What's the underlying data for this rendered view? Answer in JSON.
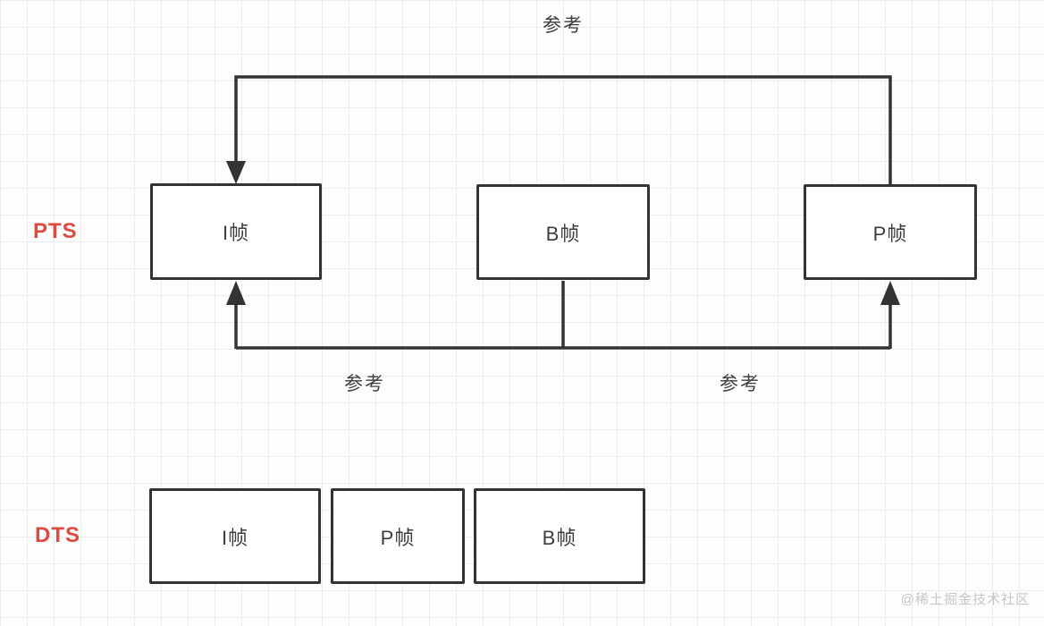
{
  "diagram": {
    "type": "video-frame-pts-dts-diagram",
    "axis_labels": {
      "pts": "PTS",
      "dts": "DTS"
    },
    "pts_row": {
      "boxes": [
        {
          "label": "I帧"
        },
        {
          "label": "B帧"
        },
        {
          "label": "P帧"
        }
      ]
    },
    "dts_row": {
      "boxes": [
        {
          "label": "I帧"
        },
        {
          "label": "P帧"
        },
        {
          "label": "B帧"
        }
      ]
    },
    "references": {
      "top": "参考",
      "bottom_left": "参考",
      "bottom_right": "参考"
    },
    "watermark": "@稀土掘金技术社区",
    "colors": {
      "accent_red": "#dc4a41",
      "line": "#333333",
      "box_text": "#3d3d3d",
      "grid": "#ececec",
      "watermark": "#c6c6c6",
      "background": "#fdfdfd"
    }
  }
}
